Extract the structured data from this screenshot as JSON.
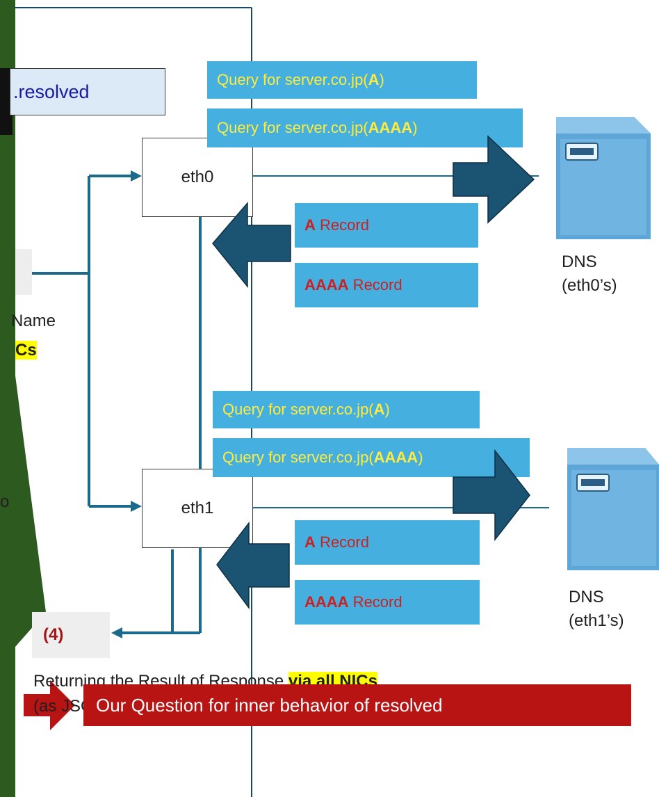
{
  "resolved_box": {
    "label": ".resolved"
  },
  "step4": {
    "label": "(4)"
  },
  "left_fragments": {
    "name": "Name",
    "highlight": "Cs",
    "o": "o"
  },
  "eth0": {
    "nic_label": "eth0",
    "query_a": {
      "prefix": "Query for server.co.jp(",
      "type": "A",
      "suffix": ")"
    },
    "query_aaaa": {
      "prefix": "Query for server.co.jp(",
      "type": "AAAA",
      "suffix": ")"
    },
    "record_a": {
      "type": "A",
      "label": " Record"
    },
    "record_aaaa": {
      "type": "AAAA",
      "label": " Record"
    },
    "dns_name": "DNS",
    "dns_owner": "(eth0’s)"
  },
  "eth1": {
    "nic_label": "eth1",
    "query_a": {
      "prefix": "Query for server.co.jp(",
      "type": "A",
      "suffix": ")"
    },
    "query_aaaa": {
      "prefix": "Query for server.co.jp(",
      "type": "AAAA",
      "suffix": ")"
    },
    "record_a": {
      "type": "A",
      "label": " Record"
    },
    "record_aaaa": {
      "type": "AAAA",
      "label": " Record"
    },
    "dns_name": "DNS",
    "dns_owner": "(eth1’s)"
  },
  "result_text": {
    "line1_prefix": "Returning the Result of Response ",
    "line1_highlight": "via all NICs",
    "line2": "(as JSON Message via VARLINK)"
  },
  "question_banner": {
    "label": "Our Question for inner behavior of resolved"
  },
  "colors": {
    "green_panel": "#2d5a1f",
    "light_blue_box": "#45b0e0",
    "dark_teal_arrow": "#1b5373",
    "red_banner": "#b81414",
    "query_text": "#ffeb3b",
    "record_text": "#cc1f1f"
  }
}
